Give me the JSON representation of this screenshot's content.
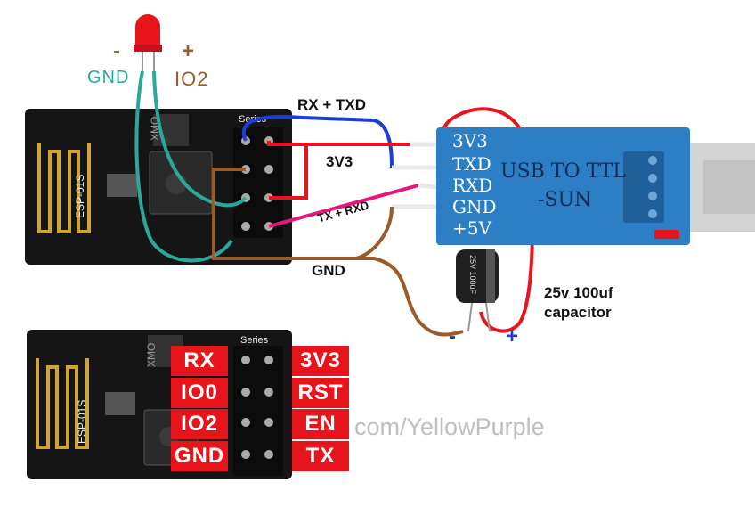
{
  "led": {
    "minus": "-",
    "plus": "+",
    "gnd_label": "GND",
    "io_label": "IO2"
  },
  "wires": {
    "rx_txd": "RX + TXD",
    "v3v3": "3V3",
    "tx_rxd": "TX + RXD",
    "gnd": "GND"
  },
  "module": {
    "model": "ESP-01S",
    "chip": "XMO",
    "series": "Series"
  },
  "usb": {
    "title": "USB TO TTL",
    "brand": "-SUN",
    "pins": [
      "3V3",
      "TXD",
      "RXD",
      "GND",
      "+5V"
    ]
  },
  "capacitor": {
    "text": "25v 100uf\ncapacitor",
    "minus": "-",
    "plus": "+",
    "body_text": "25V 100uF"
  },
  "pinout": {
    "left": [
      "RX",
      "IO0",
      "IO2",
      "GND"
    ],
    "right": [
      "3V3",
      "RST",
      "EN",
      "TX"
    ]
  },
  "watermark": "com/YellowPurple",
  "colors": {
    "red": "#e8141b",
    "blue": "#1b3fd6",
    "brown": "#9a5a2a",
    "teal": "#2aa89a",
    "magenta": "#e8157d"
  }
}
